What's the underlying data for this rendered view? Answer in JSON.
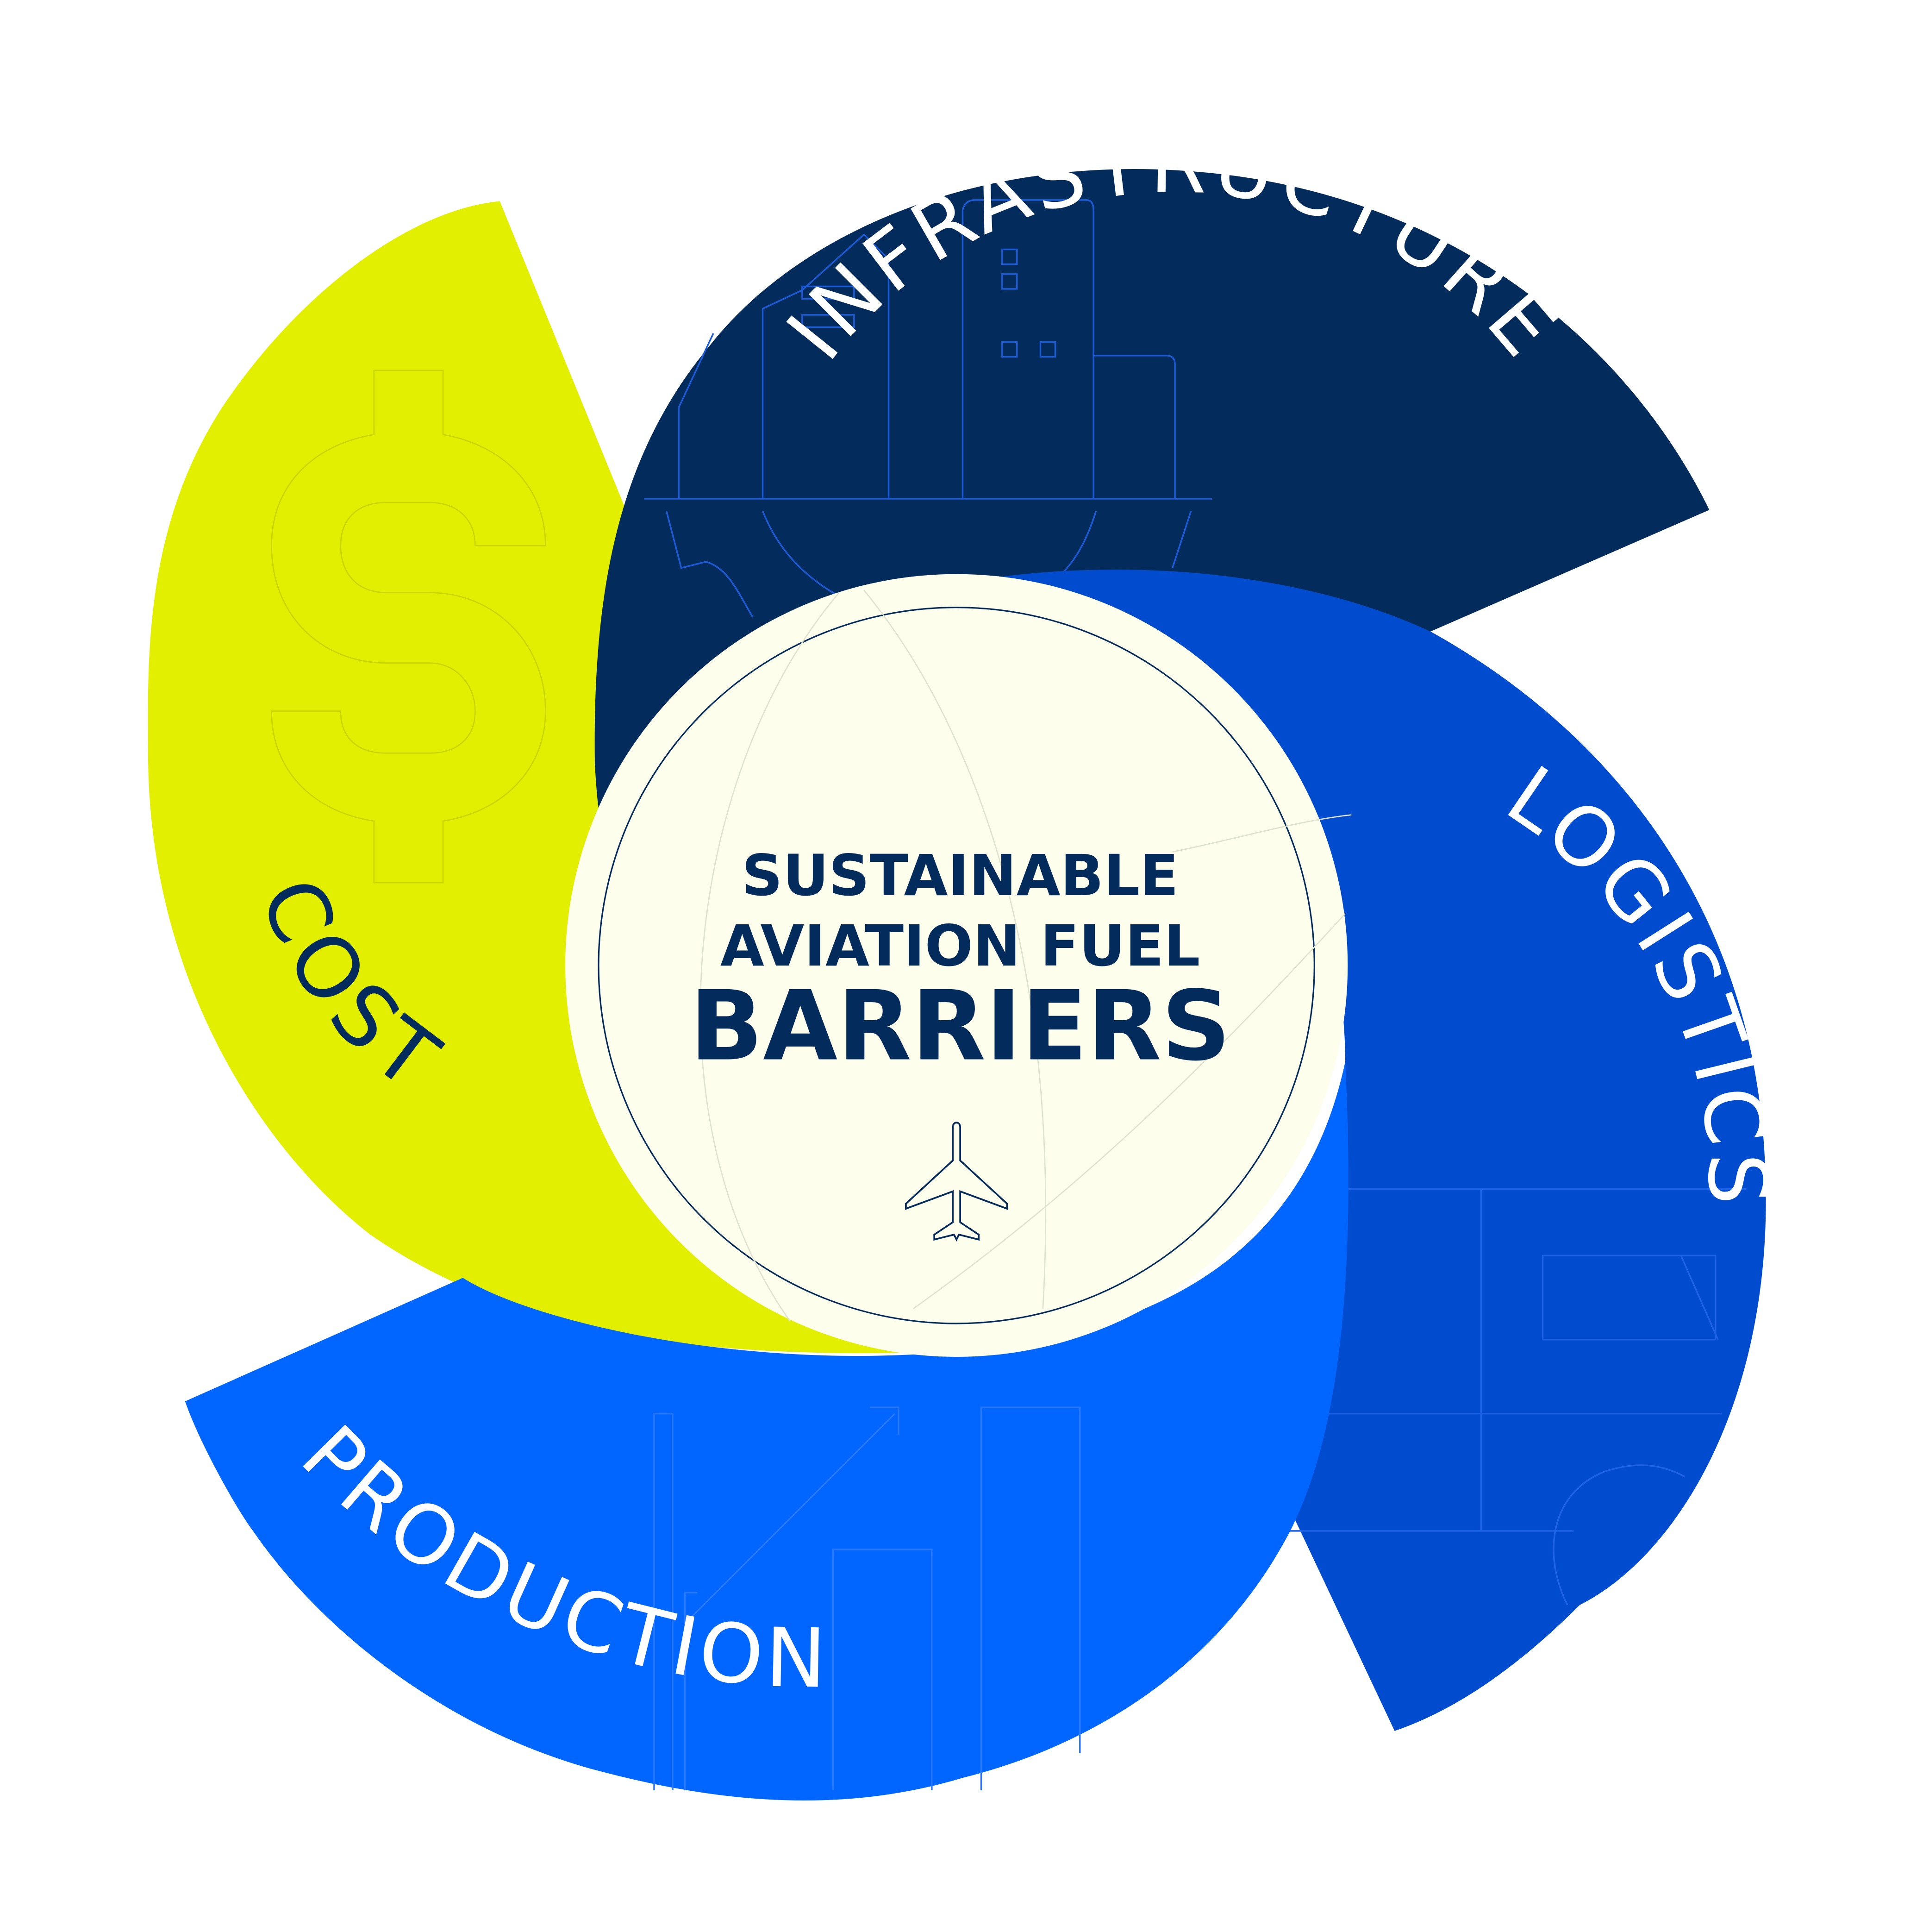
{
  "diagram": {
    "center": {
      "line1": "SUSTAINABLE",
      "line2": "AVIATION FUEL",
      "line3": "BARRIERS",
      "icon": "airplane-icon"
    },
    "segments": [
      {
        "id": "infrastructure",
        "label": "INFRASTRUCTURE",
        "color": "#032b5b",
        "text_color": "#ffffff",
        "icon": "buildings-icon"
      },
      {
        "id": "logistics",
        "label": "LOGISTICS",
        "color": "#004bce",
        "text_color": "#ffffff",
        "icon": "containers-icon"
      },
      {
        "id": "production",
        "label": "PRODUCTION",
        "color": "#0066ff",
        "text_color": "#ffffff",
        "icon": "bar-chart-icon"
      },
      {
        "id": "cost",
        "label": "COST",
        "color": "#e2ef00",
        "text_color": "#032b5b",
        "icon": "dollar-icon"
      }
    ],
    "colors": {
      "center_fill": "#fdfeec",
      "navy": "#032b5b"
    }
  }
}
